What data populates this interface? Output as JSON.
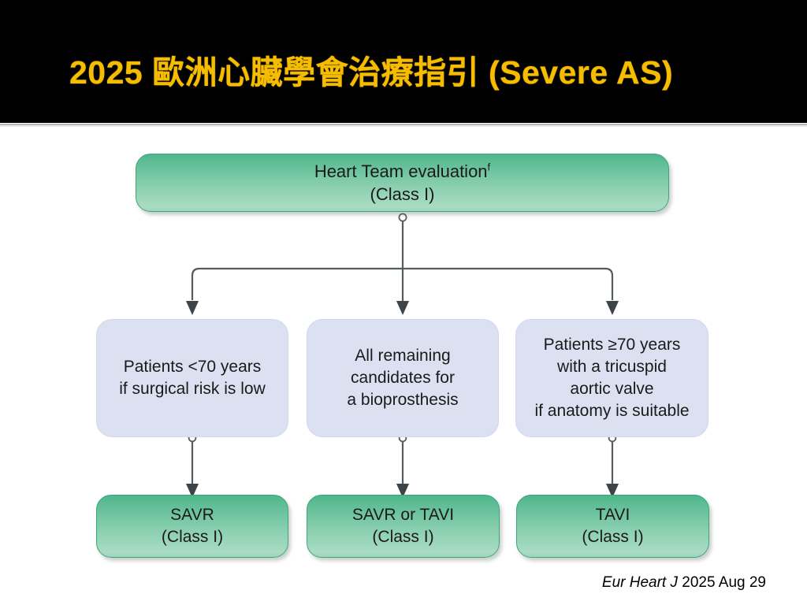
{
  "title": {
    "text": "2025 歐洲心臟學會治療指引 (Severe AS)",
    "color": "#f5bc00",
    "background": "#000000"
  },
  "flow": {
    "root": {
      "label": "Heart Team evaluation",
      "superscript": "f",
      "class_line": "(Class I)",
      "style": "green"
    },
    "branches": [
      {
        "condition": "Patients <70 years\nif surgical risk is low",
        "outcome": "SAVR\n(Class I)"
      },
      {
        "condition": "All remaining\ncandidates for\na bioprosthesis",
        "outcome": "SAVR or TAVI\n(Class I)"
      },
      {
        "condition": "Patients ≥70 years\nwith a tricuspid\naortic valve\nif anatomy is suitable",
        "outcome": "TAVI\n(Class I)"
      }
    ]
  },
  "citation": {
    "journal": "Eur Heart J",
    "date": " 2025 Aug 29"
  },
  "colors": {
    "green_top": "#4eb68c",
    "green_bottom": "#a9dcc3",
    "blue_fill": "#dbe1f1",
    "connector": "#545c60",
    "title_accent": "#f5bc00"
  }
}
